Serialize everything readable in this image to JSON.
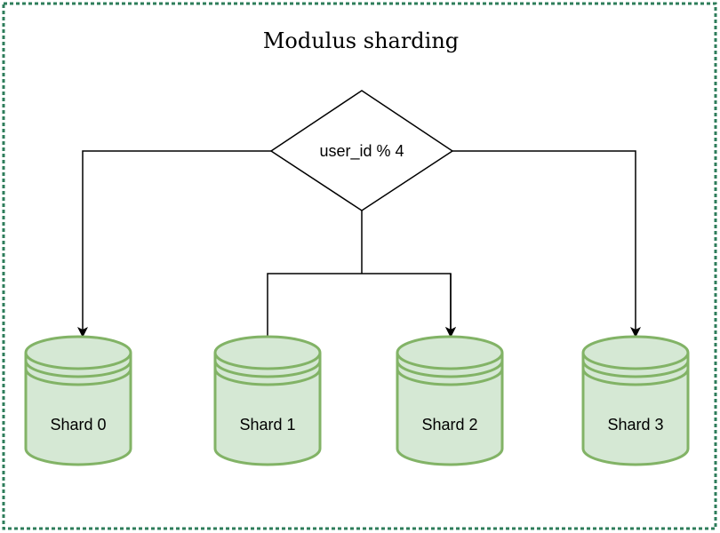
{
  "title": "Modulus sharding",
  "decision": {
    "label": "user_id % 4"
  },
  "shards": [
    {
      "label": "Shard 0"
    },
    {
      "label": "Shard 1"
    },
    {
      "label": "Shard 2"
    },
    {
      "label": "Shard 3"
    }
  ],
  "colors": {
    "border": "#2e7d5b",
    "shard_fill": "#d5e8d4",
    "shard_stroke": "#82b366",
    "line": "#000000"
  }
}
